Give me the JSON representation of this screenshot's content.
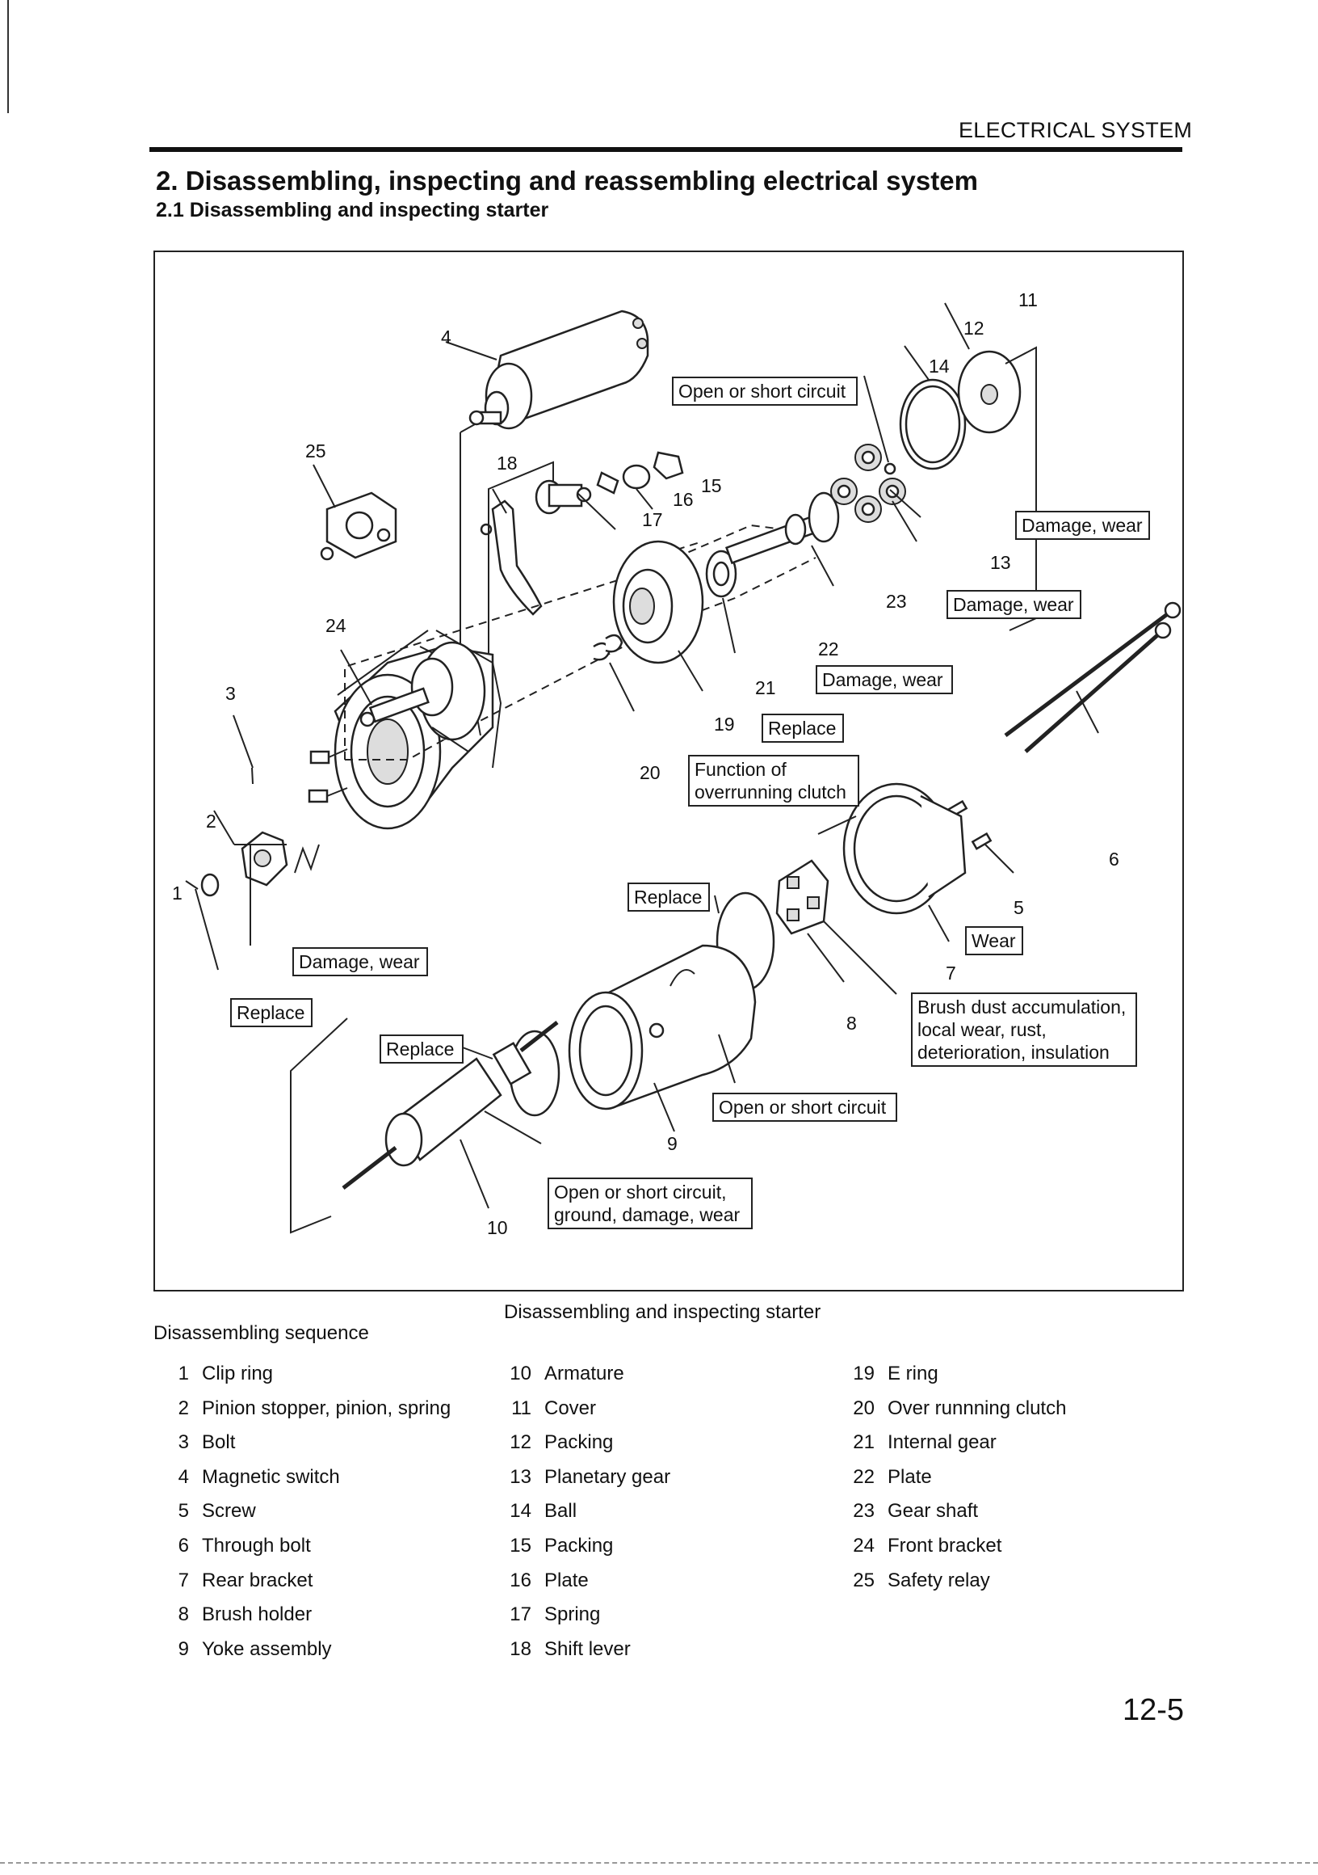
{
  "header": {
    "section": "ELECTRICAL SYSTEM"
  },
  "headings": {
    "h1": "2. Disassembling, inspecting and reassembling electrical system",
    "h2": "2.1   Disassembling and inspecting starter"
  },
  "figure": {
    "caption": "Disassembling and inspecting starter",
    "callouts": {
      "open_short_4": "Open or short circuit",
      "damage_wear_13": "Damage, wear",
      "damage_wear_23": "Damage, wear",
      "damage_wear_22": "Damage, wear",
      "replace_19": "Replace",
      "function_20": "Function of overrunning clutch",
      "replace_mid": "Replace",
      "damage_wear_2": "Damage, wear",
      "replace_1": "Replace",
      "replace_yoke": "Replace",
      "wear_7": "Wear",
      "brush_8": "Brush dust accumulation, local wear, rust, deterioration, insulation",
      "open_short_9": "Open or short circuit",
      "open_short_10": "Open or short circuit, ground, damage, wear"
    },
    "numbers": {
      "n1": "1",
      "n2": "2",
      "n3": "3",
      "n4": "4",
      "n5": "5",
      "n6": "6",
      "n7": "7",
      "n8": "8",
      "n9": "9",
      "n10": "10",
      "n11": "11",
      "n12": "12",
      "n13": "13",
      "n14": "14",
      "n15": "15",
      "n16": "16",
      "n17": "17",
      "n18": "18",
      "n19": "19",
      "n20": "20",
      "n21": "21",
      "n22": "22",
      "n23": "23",
      "n24": "24",
      "n25": "25"
    }
  },
  "sequence": {
    "title": "Disassembling sequence",
    "columns": [
      [
        {
          "num": "1",
          "name": "Clip ring"
        },
        {
          "num": "2",
          "name": "Pinion stopper, pinion, spring"
        },
        {
          "num": "3",
          "name": "Bolt"
        },
        {
          "num": "4",
          "name": "Magnetic switch"
        },
        {
          "num": "5",
          "name": "Screw"
        },
        {
          "num": "6",
          "name": "Through bolt"
        },
        {
          "num": "7",
          "name": "Rear bracket"
        },
        {
          "num": "8",
          "name": "Brush holder"
        },
        {
          "num": "9",
          "name": "Yoke assembly"
        }
      ],
      [
        {
          "num": "10",
          "name": "Armature"
        },
        {
          "num": "11",
          "name": "Cover"
        },
        {
          "num": "12",
          "name": "Packing"
        },
        {
          "num": "13",
          "name": "Planetary gear"
        },
        {
          "num": "14",
          "name": "Ball"
        },
        {
          "num": "15",
          "name": "Packing"
        },
        {
          "num": "16",
          "name": "Plate"
        },
        {
          "num": "17",
          "name": "Spring"
        },
        {
          "num": "18",
          "name": "Shift lever"
        }
      ],
      [
        {
          "num": "19",
          "name": "E ring"
        },
        {
          "num": "20",
          "name": "Over runnning clutch"
        },
        {
          "num": "21",
          "name": "Internal gear"
        },
        {
          "num": "22",
          "name": "Plate"
        },
        {
          "num": "23",
          "name": "Gear shaft"
        },
        {
          "num": "24",
          "name": "Front bracket"
        },
        {
          "num": "25",
          "name": "Safety relay"
        }
      ]
    ]
  },
  "page_number": "12-5"
}
